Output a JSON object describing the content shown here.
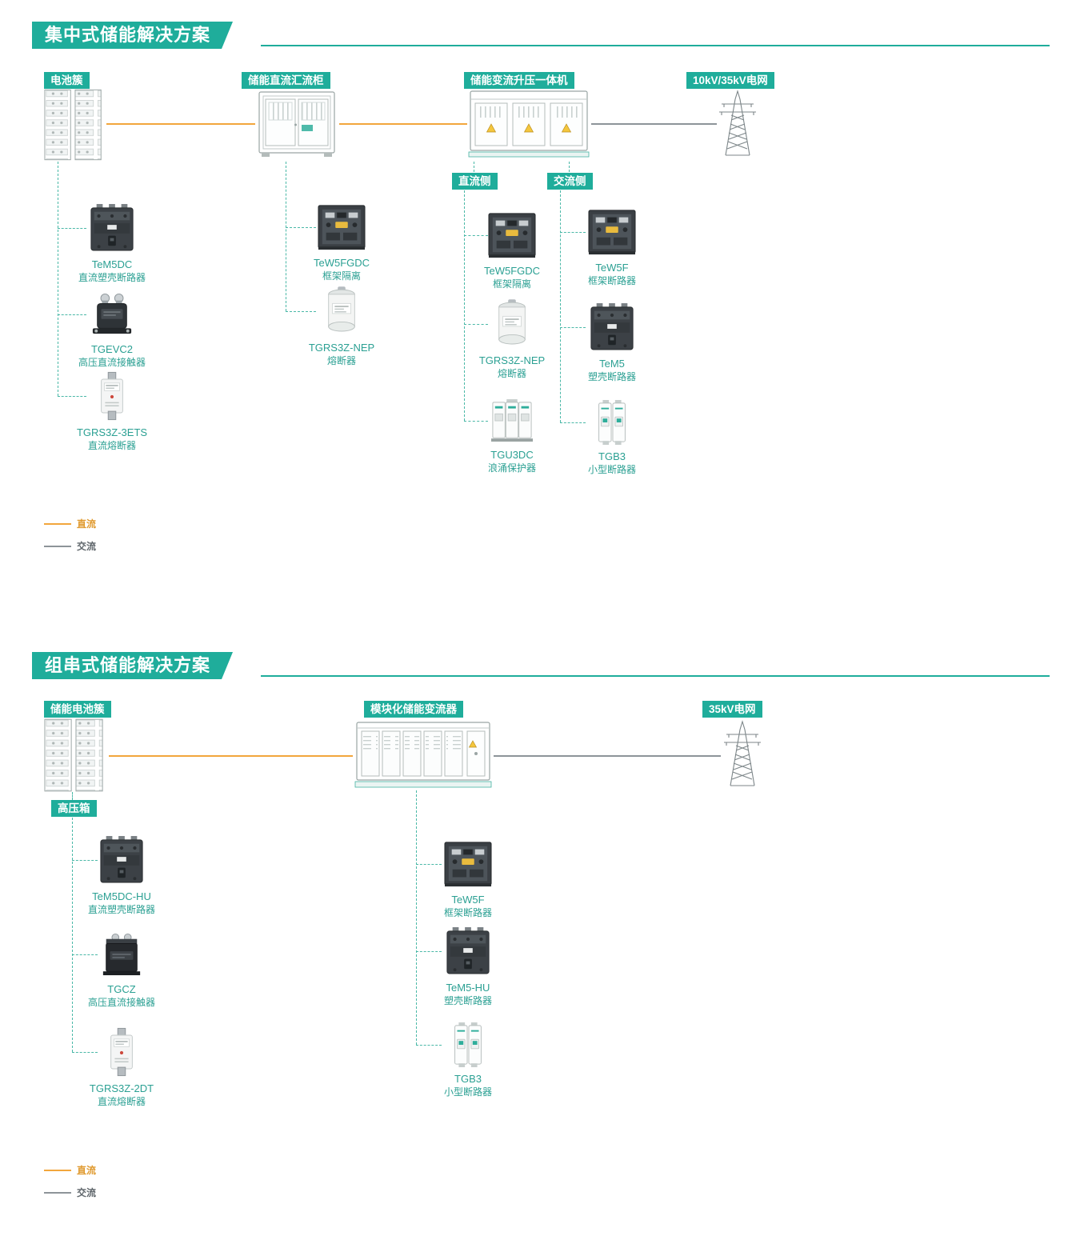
{
  "colors": {
    "teal": "#1FAD9B",
    "dc_orange": "#F2A63C",
    "ac_gray": "#8D9499"
  },
  "section1": {
    "title": "集中式储能解决方案",
    "nodes": {
      "battery": "电池簇",
      "combiner": "储能直流汇流柜",
      "converter": "储能变流升压一体机",
      "grid": "10kV/35kV电网"
    },
    "branches": {
      "dc_side": "直流侧",
      "ac_side": "交流侧"
    },
    "battery_components": [
      {
        "name": "TeM5DC",
        "desc": "直流塑壳断路器"
      },
      {
        "name": "TGEVC2",
        "desc": "高压直流接触器"
      },
      {
        "name": "TGRS3Z-3ETS",
        "desc": "直流熔断器"
      }
    ],
    "combiner_components": [
      {
        "name": "TeW5FGDC",
        "desc": "框架隔离"
      },
      {
        "name": "TGRS3Z-NEP",
        "desc": "熔断器"
      }
    ],
    "dc_side_components": [
      {
        "name": "TeW5FGDC",
        "desc": "框架隔离"
      },
      {
        "name": "TGRS3Z-NEP",
        "desc": "熔断器"
      },
      {
        "name": "TGU3DC",
        "desc": "浪涌保护器"
      }
    ],
    "ac_side_components": [
      {
        "name": "TeW5F",
        "desc": "框架断路器"
      },
      {
        "name": "TeM5",
        "desc": "塑壳断路器"
      },
      {
        "name": "TGB3",
        "desc": "小型断路器"
      }
    ],
    "legend": {
      "dc": "直流",
      "ac": "交流"
    }
  },
  "section2": {
    "title": "组串式储能解决方案",
    "nodes": {
      "battery": "储能电池簇",
      "converter": "模块化储能变流器",
      "grid": "35kV电网"
    },
    "hv_box": "高压箱",
    "battery_components": [
      {
        "name": "TeM5DC-HU",
        "desc": "直流塑壳断路器"
      },
      {
        "name": "TGCZ",
        "desc": "高压直流接触器"
      },
      {
        "name": "TGRS3Z-2DT",
        "desc": "直流熔断器"
      }
    ],
    "converter_components": [
      {
        "name": "TeW5F",
        "desc": "框架断路器"
      },
      {
        "name": "TeM5-HU",
        "desc": "塑壳断路器"
      },
      {
        "name": "TGB3",
        "desc": "小型断路器"
      }
    ],
    "legend": {
      "dc": "直流",
      "ac": "交流"
    }
  }
}
